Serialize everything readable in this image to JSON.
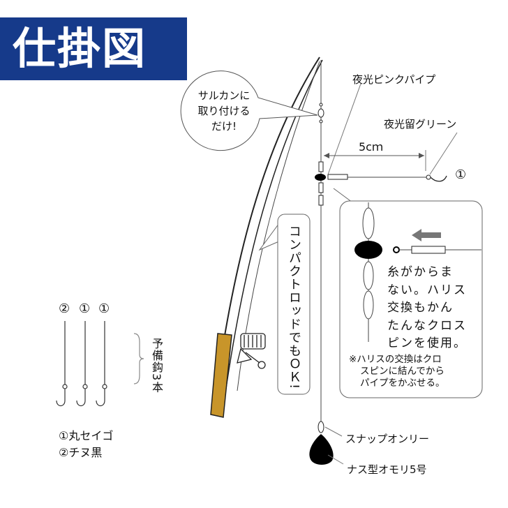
{
  "title": "仕掛図",
  "bubble_swivel": [
    "サルカンに",
    "取り付ける",
    "だけ!"
  ],
  "label_pipe": "夜光ピンクパイプ",
  "label_green": "夜光留グリーン",
  "dimension": "5cｍ",
  "hook_marker": "①",
  "compact_rod": "コンパクトロッドでもＯＫ!",
  "inset": {
    "main": [
      "糸がからま",
      "ない。ハリス",
      "交換もかん",
      "たんなクロス",
      "ピンを使用。"
    ],
    "note": [
      "※ハリスの交換はクロ",
      "スピンに結んでから",
      "パイプをかぶせる。"
    ]
  },
  "spare_hooks": {
    "markers": [
      "②",
      "①",
      "①"
    ],
    "label": "予備鈎3本"
  },
  "legend": [
    "①丸セイゴ",
    "②チヌ黒"
  ],
  "label_snap": "スナップオンリー",
  "label_sinker": "ナス型オモリ5号",
  "colors": {
    "title_bg": "#163a8a",
    "handle": "#c8952a",
    "arrow": "#777777"
  }
}
